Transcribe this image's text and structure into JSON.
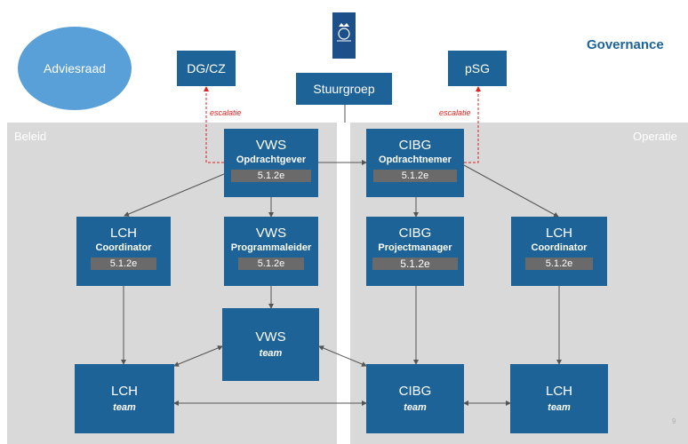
{
  "title": "Governance",
  "sections": {
    "left": "Beleid",
    "right": "Operatie"
  },
  "top": {
    "advisory": "Adviesraad",
    "dgcz": "DG/CZ",
    "steering": "Stuurgroep",
    "psg": "pSG"
  },
  "escalation_label": "escalatie",
  "boxes": {
    "vws_client": {
      "org": "VWS",
      "role": "Opdrachtgever",
      "redacted": "5.1.2e"
    },
    "cibg_contractor": {
      "org": "CIBG",
      "role": "Opdrachtnemer",
      "redacted": "5.1.2e"
    },
    "lch_coord_left": {
      "org": "LCH",
      "role": "Coordinator",
      "redacted": "5.1.2e"
    },
    "vws_program": {
      "org": "VWS",
      "role": "Programmaleider",
      "redacted": "5.1.2e"
    },
    "cibg_pm": {
      "org": "CIBG",
      "role": "Projectmanager",
      "redacted": "5.1.2e"
    },
    "lch_coord_right": {
      "org": "LCH",
      "role": "Coordinator",
      "redacted": "5.1.2e"
    },
    "vws_team": {
      "org": "VWS",
      "sub": "team"
    },
    "lch_team_left": {
      "org": "LCH",
      "sub": "team"
    },
    "cibg_team": {
      "org": "CIBG",
      "sub": "team"
    },
    "lch_team_right": {
      "org": "LCH",
      "sub": "team"
    }
  },
  "page_number": "9",
  "colors": {
    "box": "#1d6397",
    "panel": "#d9d9d9",
    "ellipse": "#5aa0d8",
    "escalation": "#e02020"
  }
}
